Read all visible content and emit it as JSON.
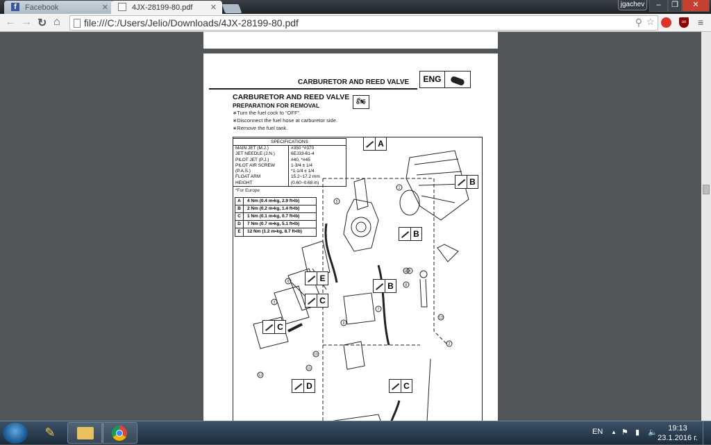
{
  "browser": {
    "tabs": [
      {
        "label": "Facebook",
        "icon": "facebook-icon"
      },
      {
        "label": "4JX-28199-80.pdf",
        "icon": "document-icon"
      }
    ],
    "user": "jgachev",
    "url": "file:///C:/Users/Jelio/Downloads/4JX-28199-80.pdf"
  },
  "pdf": {
    "section_header": "CARBURETOR AND REED VALVE",
    "section_badge": "ENG",
    "title": "CARBURETOR AND REED VALVE",
    "subtitle": "PREPARATION FOR REMOVAL",
    "steps": [
      "∗Turn the fuel cock to “OFF”.",
      "∗Disconnect the fuel hose at carburetor side.",
      "∗Remove the fuel tank."
    ],
    "specs": {
      "heading": "SPECIFICATIONS",
      "rows": [
        [
          "MAIN JET (M.J.)",
          "#350 *#370"
        ],
        [
          "JET NEEDLE (J.N.)",
          "6EJ33-61-4"
        ],
        [
          "PILOT JET (P.J.)",
          "#40, *#45"
        ],
        [
          "PILOT AIR SCREW",
          "1-3/4 ± 1/4"
        ],
        [
          "(P.A.S.)",
          "*1-1/4 ± 1/4"
        ],
        [
          "FLOAT ARM",
          "15.2~17.2 mm"
        ],
        [
          "HEIGHT",
          "(0.60~0.68 in)"
        ]
      ],
      "note": "*For Europe"
    },
    "torque": [
      [
        "A",
        "4 Nm (0.4 m•kg, 2.9 ft•lb)"
      ],
      [
        "B",
        "2 Nm (0.2 m•kg, 1.4 ft•lb)"
      ],
      [
        "C",
        "1 Nm (0.1 m•kg, 0.7 ft•lb)"
      ],
      [
        "D",
        "7 Nm (0.7 m•kg, 5.1 ft•lb)"
      ],
      [
        "E",
        "12 Nm (1.2 m•kg, 8.7 ft•lb)"
      ]
    ],
    "callouts": [
      "A",
      "B",
      "B",
      "E",
      "C",
      "B",
      "C",
      "D",
      "C"
    ],
    "part_numbers": [
      "1",
      "2",
      "3",
      "4",
      "5",
      "6",
      "7",
      "8",
      "9",
      "10",
      "11",
      "12",
      "13",
      "14",
      "15"
    ]
  },
  "taskbar": {
    "language": "EN",
    "time": "19:13",
    "date": "23.1.2016 г."
  }
}
